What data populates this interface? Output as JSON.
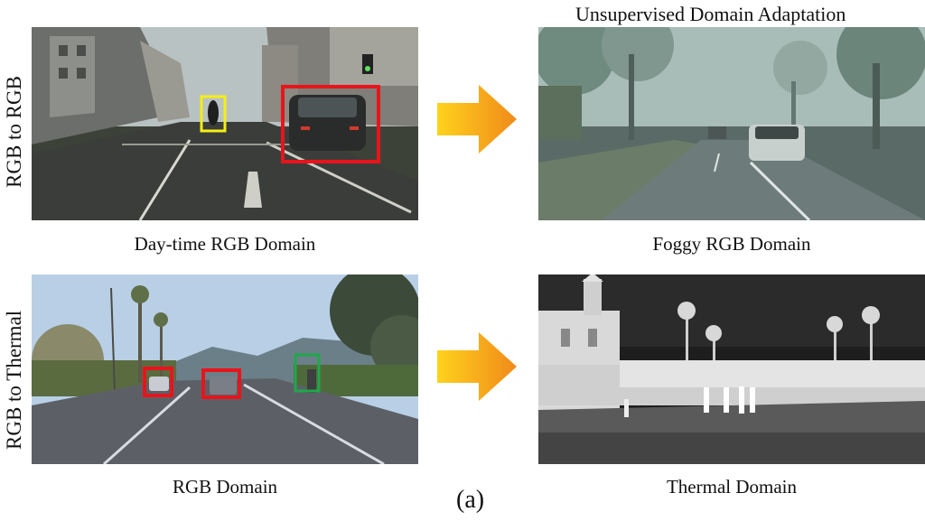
{
  "figure": {
    "title": "Unsupervised Domain Adaptation",
    "row_labels": [
      "RGB to RGB",
      "RGB to Thermal"
    ],
    "captions": {
      "top_left": "Day-time RGB Domain",
      "top_right": "Foggy RGB Domain",
      "bottom_left": "RGB Domain",
      "bottom_right": "Thermal Domain"
    },
    "subfigure_label": "(a)",
    "colors": {
      "arrow_start": "#ffd21c",
      "arrow_end": "#f08a1a",
      "box_red": "#e8141c",
      "box_yellow": "#f4ee12",
      "box_green": "#1fa84a"
    },
    "arrow_icon": "right-arrow-icon"
  }
}
